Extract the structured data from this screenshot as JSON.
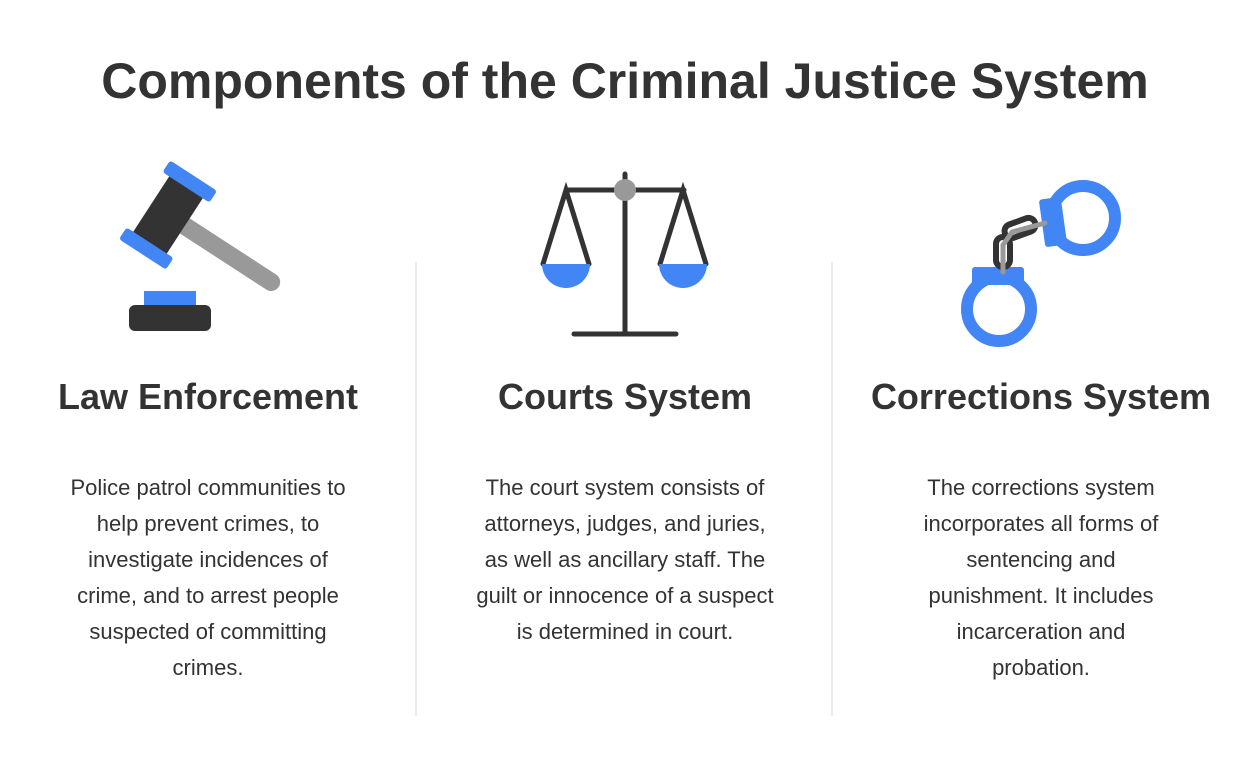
{
  "title": "Components of the Criminal Justice System",
  "colors": {
    "accent": "#4285f4",
    "dark": "#333333",
    "gray": "#999999"
  },
  "columns": [
    {
      "icon": "gavel-icon",
      "heading": "Law Enforcement",
      "text": "Police patrol communities to help prevent crimes, to investigate incidences of crime, and to arrest people suspected of committing crimes."
    },
    {
      "icon": "scales-icon",
      "heading": "Courts System",
      "text": "The court system consists of attorneys, judges, and juries, as well as ancillary staff. The guilt or innocence of a suspect is determined in court."
    },
    {
      "icon": "handcuffs-icon",
      "heading": "Corrections System",
      "text": "The corrections system incorporates all forms of sentencing and punishment. It includes incarceration and probation."
    }
  ]
}
